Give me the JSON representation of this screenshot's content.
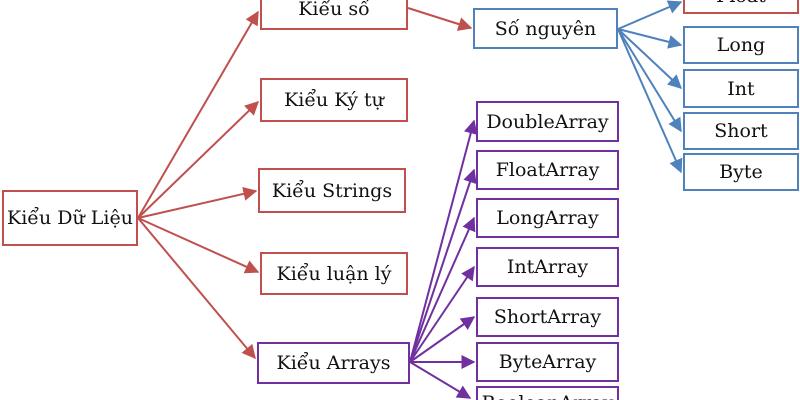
{
  "colors": {
    "red": "#c0504d",
    "blue": "#4f81bd",
    "purple": "#7030a0"
  },
  "nodes": {
    "root": "Kiểu Dữ Liệu",
    "kieu_so": "Kiểu số",
    "kieu_ky_tu": "Kiểu Ký tự",
    "kieu_strings": "Kiểu Strings",
    "kieu_luan_ly": "Kiểu luận lý",
    "kieu_arrays": "Kiểu Arrays",
    "so_nguyen": "Số nguyên",
    "float": "Float",
    "long": "Long",
    "int": "Int",
    "short": "Short",
    "byte": "Byte",
    "double_array": "DoubleArray",
    "float_array": "FloatArray",
    "long_array": "LongArray",
    "int_array": "IntArray",
    "short_array": "ShortArray",
    "byte_array": "ByteArray",
    "boolean_array": "BooleanArray"
  }
}
